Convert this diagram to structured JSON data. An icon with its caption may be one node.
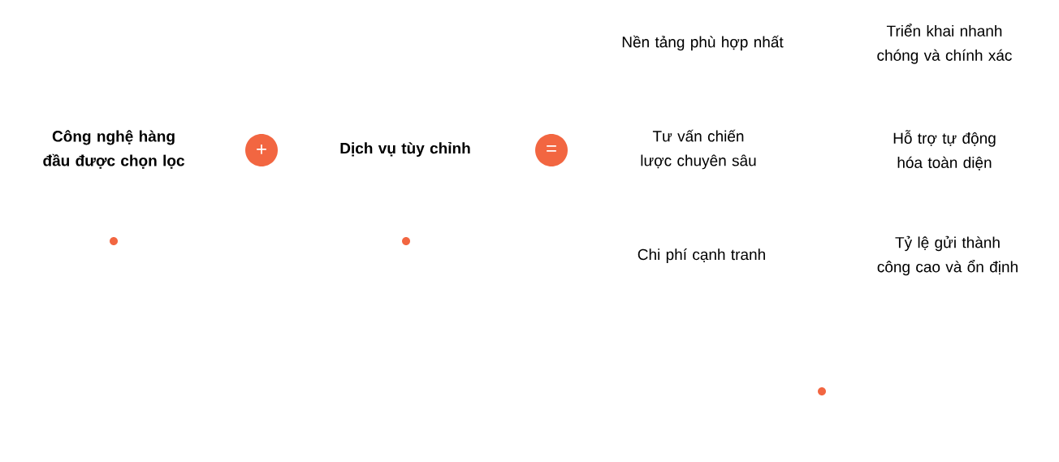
{
  "diagram": {
    "nodes": [
      {
        "text": [
          "+"
        ]
      },
      {
        "text": [
          "="
        ]
      }
    ],
    "labels": [
      "Nền tảng phù hợp nhất",
      "Triển khai nhanh chóng và chính xác",
      "Công nghệ hàng đầu được chọn lọc",
      "Dịch vụ tùy chỉnh",
      "Tư vấn chiến lược chuyên sâu",
      "Hỗ trợ tự động hóa toàn diện",
      "Chi phí cạnh tranh",
      "Tỷ lệ gửi thành công cao và ổn định"
    ]
  }
}
